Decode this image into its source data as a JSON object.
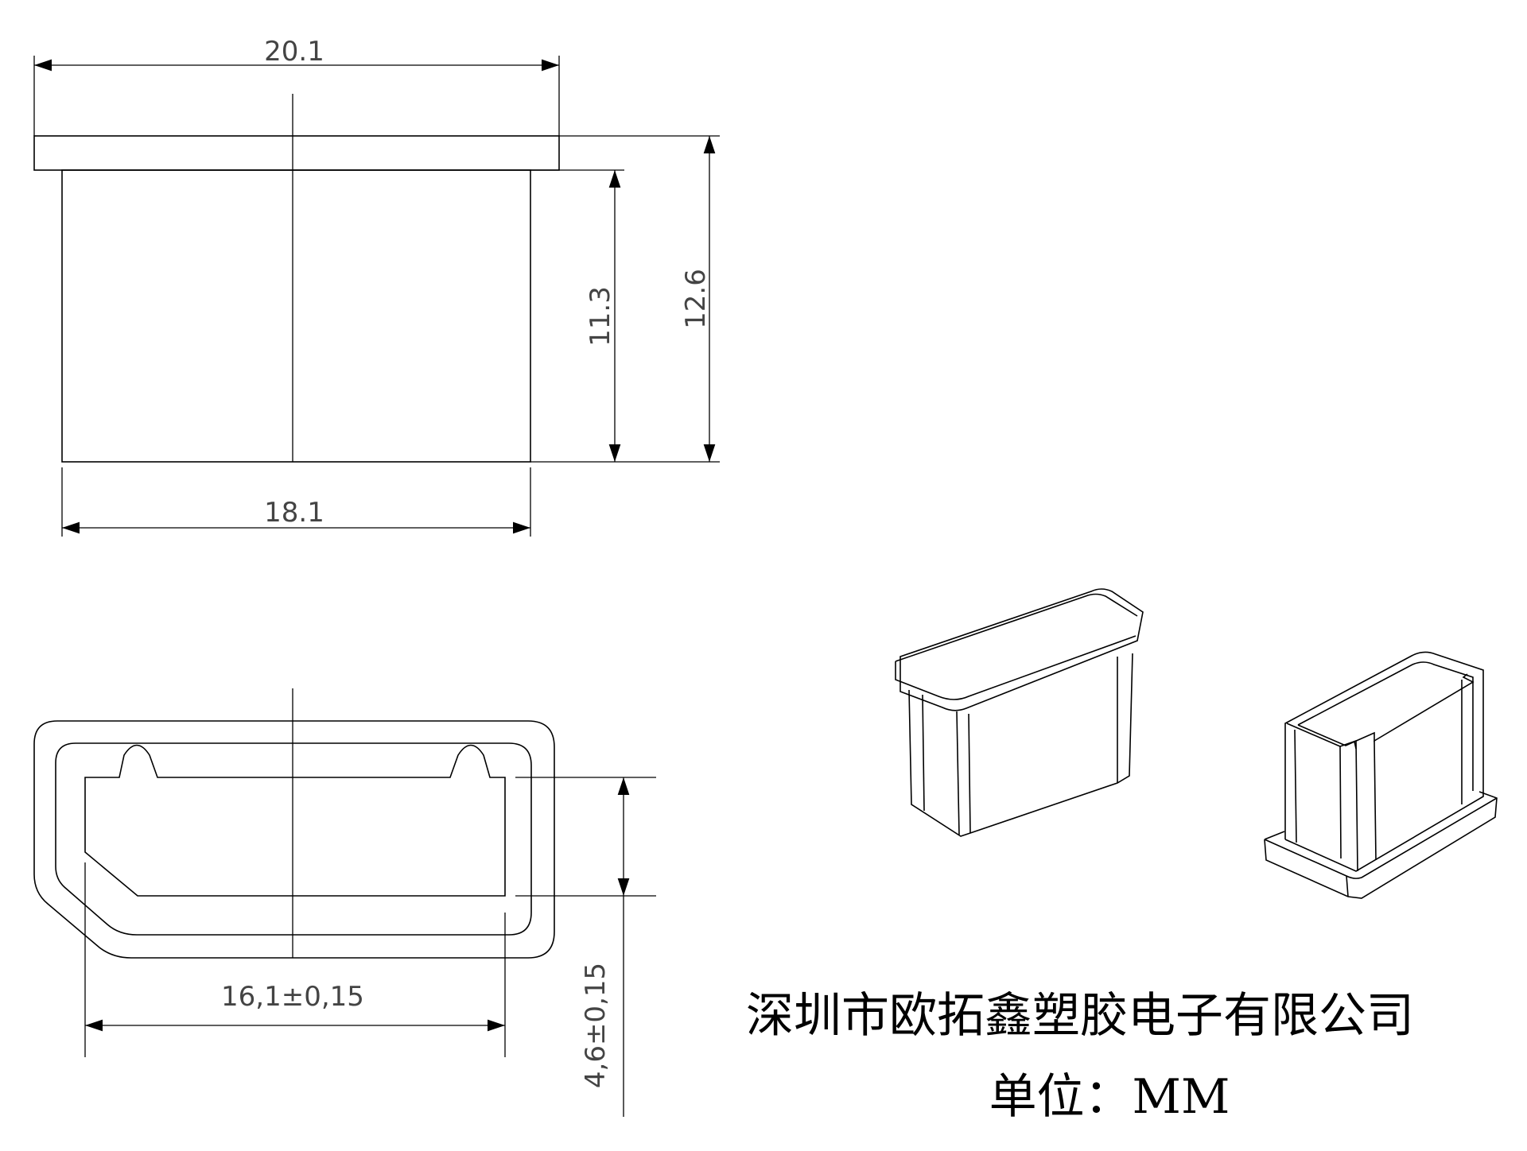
{
  "dimensions": {
    "top_width": "20.1",
    "bottom_width": "18.1",
    "inner_height": "11.3",
    "total_height": "12.6",
    "opening_width": "16,1±0,15",
    "opening_height": "4,6±0,15"
  },
  "company": "深圳市欧拓鑫塑胶电子有限公司",
  "unit_label": "单位：MM"
}
